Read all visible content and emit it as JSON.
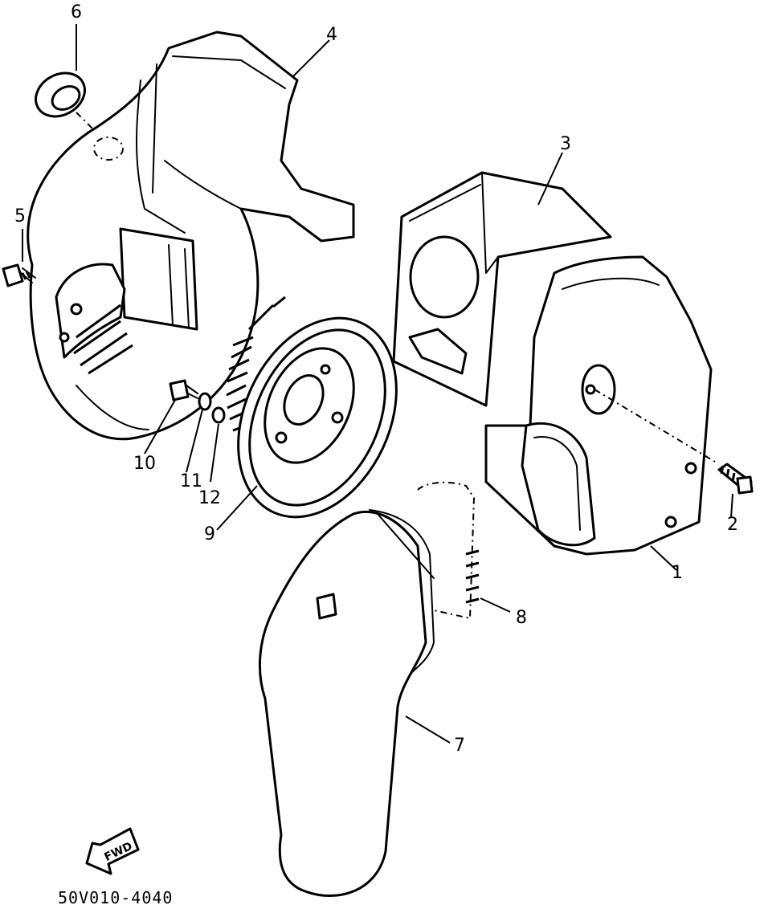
{
  "diagram": {
    "callouts": [
      "1",
      "2",
      "3",
      "4",
      "5",
      "6",
      "7",
      "8",
      "9",
      "10",
      "11",
      "12"
    ],
    "direction_label": "FWD",
    "drawing_code": "50V010-4040"
  }
}
